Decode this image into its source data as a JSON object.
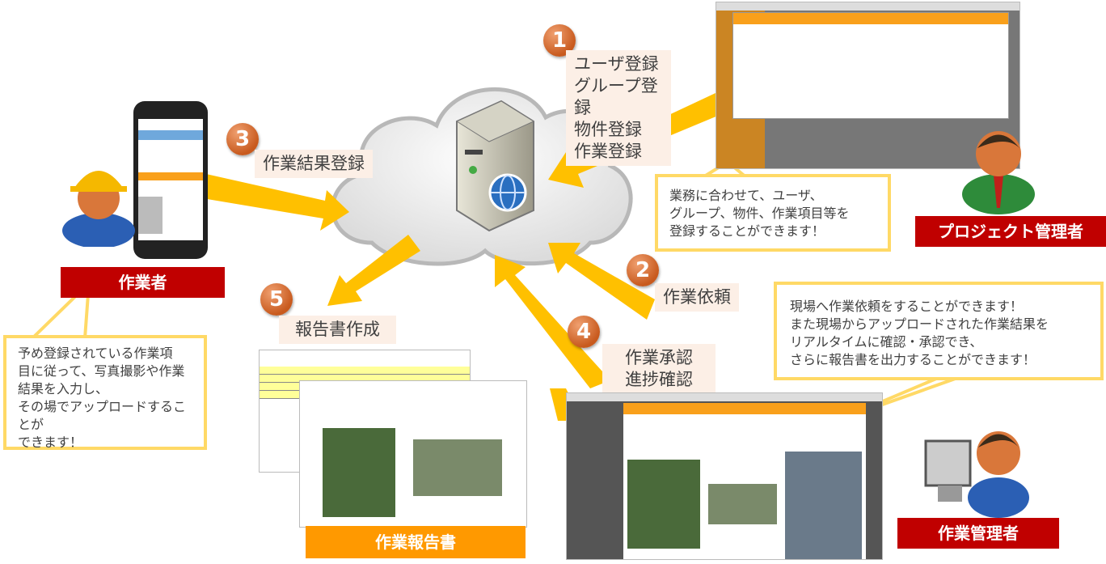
{
  "steps": [
    {
      "number": "1",
      "label_lines": [
        "ユーザ登録",
        "グループ登録",
        "物件登録",
        "作業登録"
      ]
    },
    {
      "number": "2",
      "label": "作業依頼"
    },
    {
      "number": "3",
      "label": "作業結果登録"
    },
    {
      "number": "4",
      "label_lines": [
        "作業承認",
        "進捗確認"
      ]
    },
    {
      "number": "5",
      "label": "報告書作成"
    }
  ],
  "roles": {
    "worker": "作業者",
    "project_manager": "プロジェクト管理者",
    "work_manager": "作業管理者",
    "report": "作業報告書"
  },
  "callouts": {
    "worker": " 予め登録されている作業項\n目に従って、写真撮影や作業\n結果を入力し、\nその場でアップロードすることが\nできます！",
    "project_manager": " 業務に合わせて、ユーザ、\n グループ、物件、作業項目等を\n登録することができます！",
    "work_manager": "現場へ作業依頼をすることができます！\nまた現場からアップロードされた作業結果を\nリアルタイムに確認・承認でき、\nさらに報告書を出力することができます！"
  },
  "colors": {
    "arrow": "#ffc000",
    "role_label": "#c00000",
    "report_label": "#ff9900",
    "callout_border": "#ffd966",
    "step_circle": "#c85a1e"
  }
}
